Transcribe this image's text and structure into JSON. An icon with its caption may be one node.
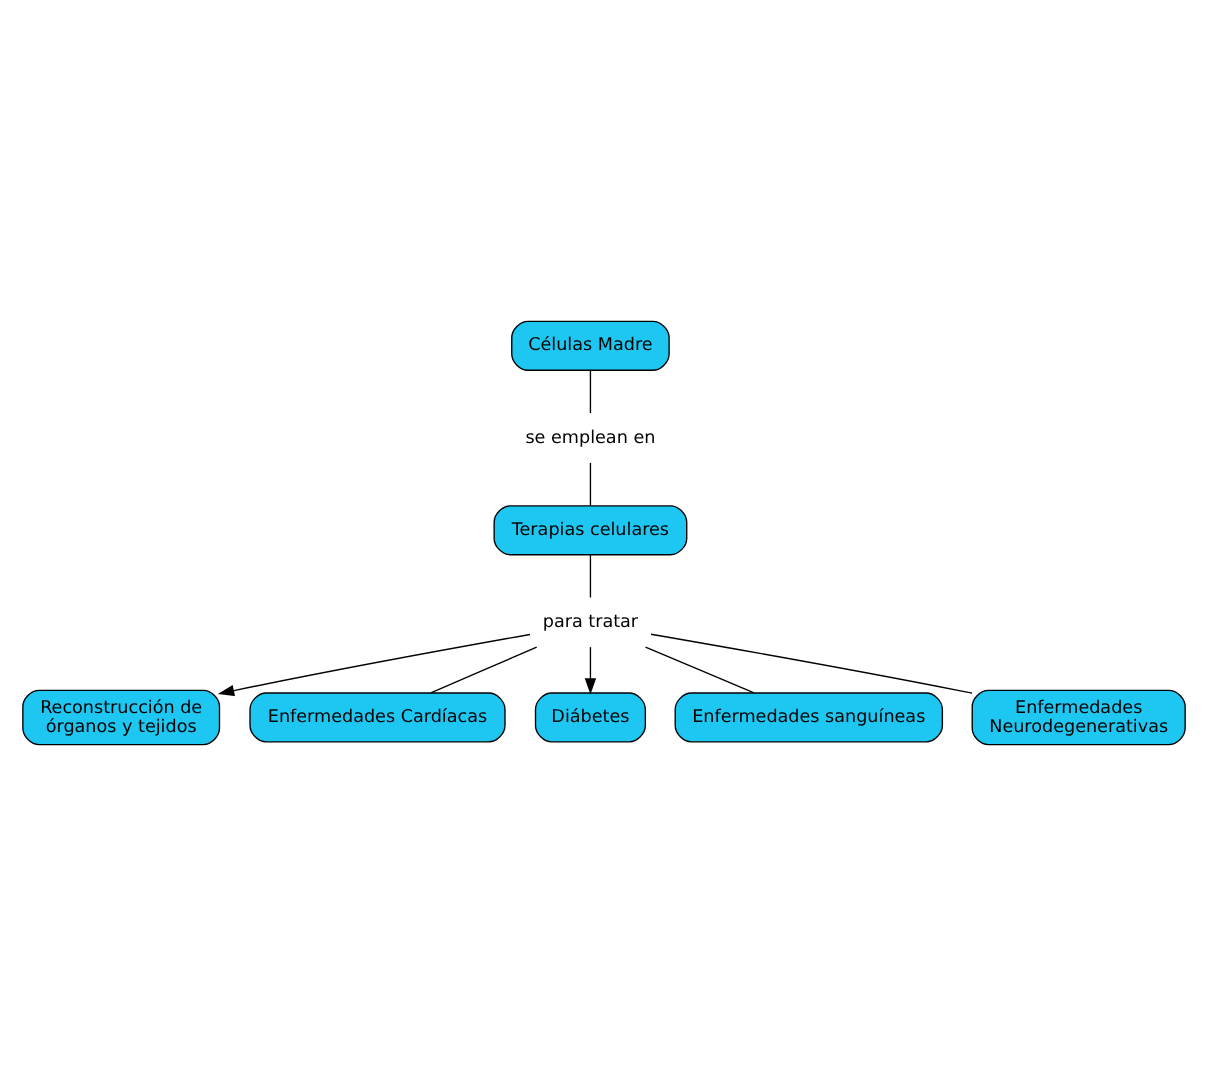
{
  "diagram": {
    "nodes": [
      {
        "text": [
          "Células Madre"
        ]
      },
      {
        "text": [
          "se emplean en"
        ]
      },
      {
        "text": [
          "Terapias celulares"
        ]
      },
      {
        "text": [
          "para tratar"
        ]
      },
      {
        "text": [
          "Reconstrucción de órganos y tejidos"
        ]
      },
      {
        "text": [
          "Enfermedades Cardíacas"
        ]
      },
      {
        "text": [
          "Diábetes"
        ]
      },
      {
        "text": [
          "Enfermedades sanguíneas"
        ]
      },
      {
        "text": [
          "Enfermedades Neurodegenerativas"
        ]
      }
    ],
    "edges": [
      {
        "from": 0,
        "to": 1,
        "arrow": "none"
      },
      {
        "from": 1,
        "to": 2,
        "arrow": "none"
      },
      {
        "from": 2,
        "to": 3,
        "arrow": "none"
      },
      {
        "from": 3,
        "to": 4,
        "arrow": "to"
      },
      {
        "from": 3,
        "to": 5,
        "arrow": "none"
      },
      {
        "from": 3,
        "to": 7,
        "arrow": "none"
      },
      {
        "from": 3,
        "to": 8,
        "arrow": "none"
      },
      {
        "from": 3,
        "to": 6,
        "arrow": "to"
      }
    ]
  }
}
